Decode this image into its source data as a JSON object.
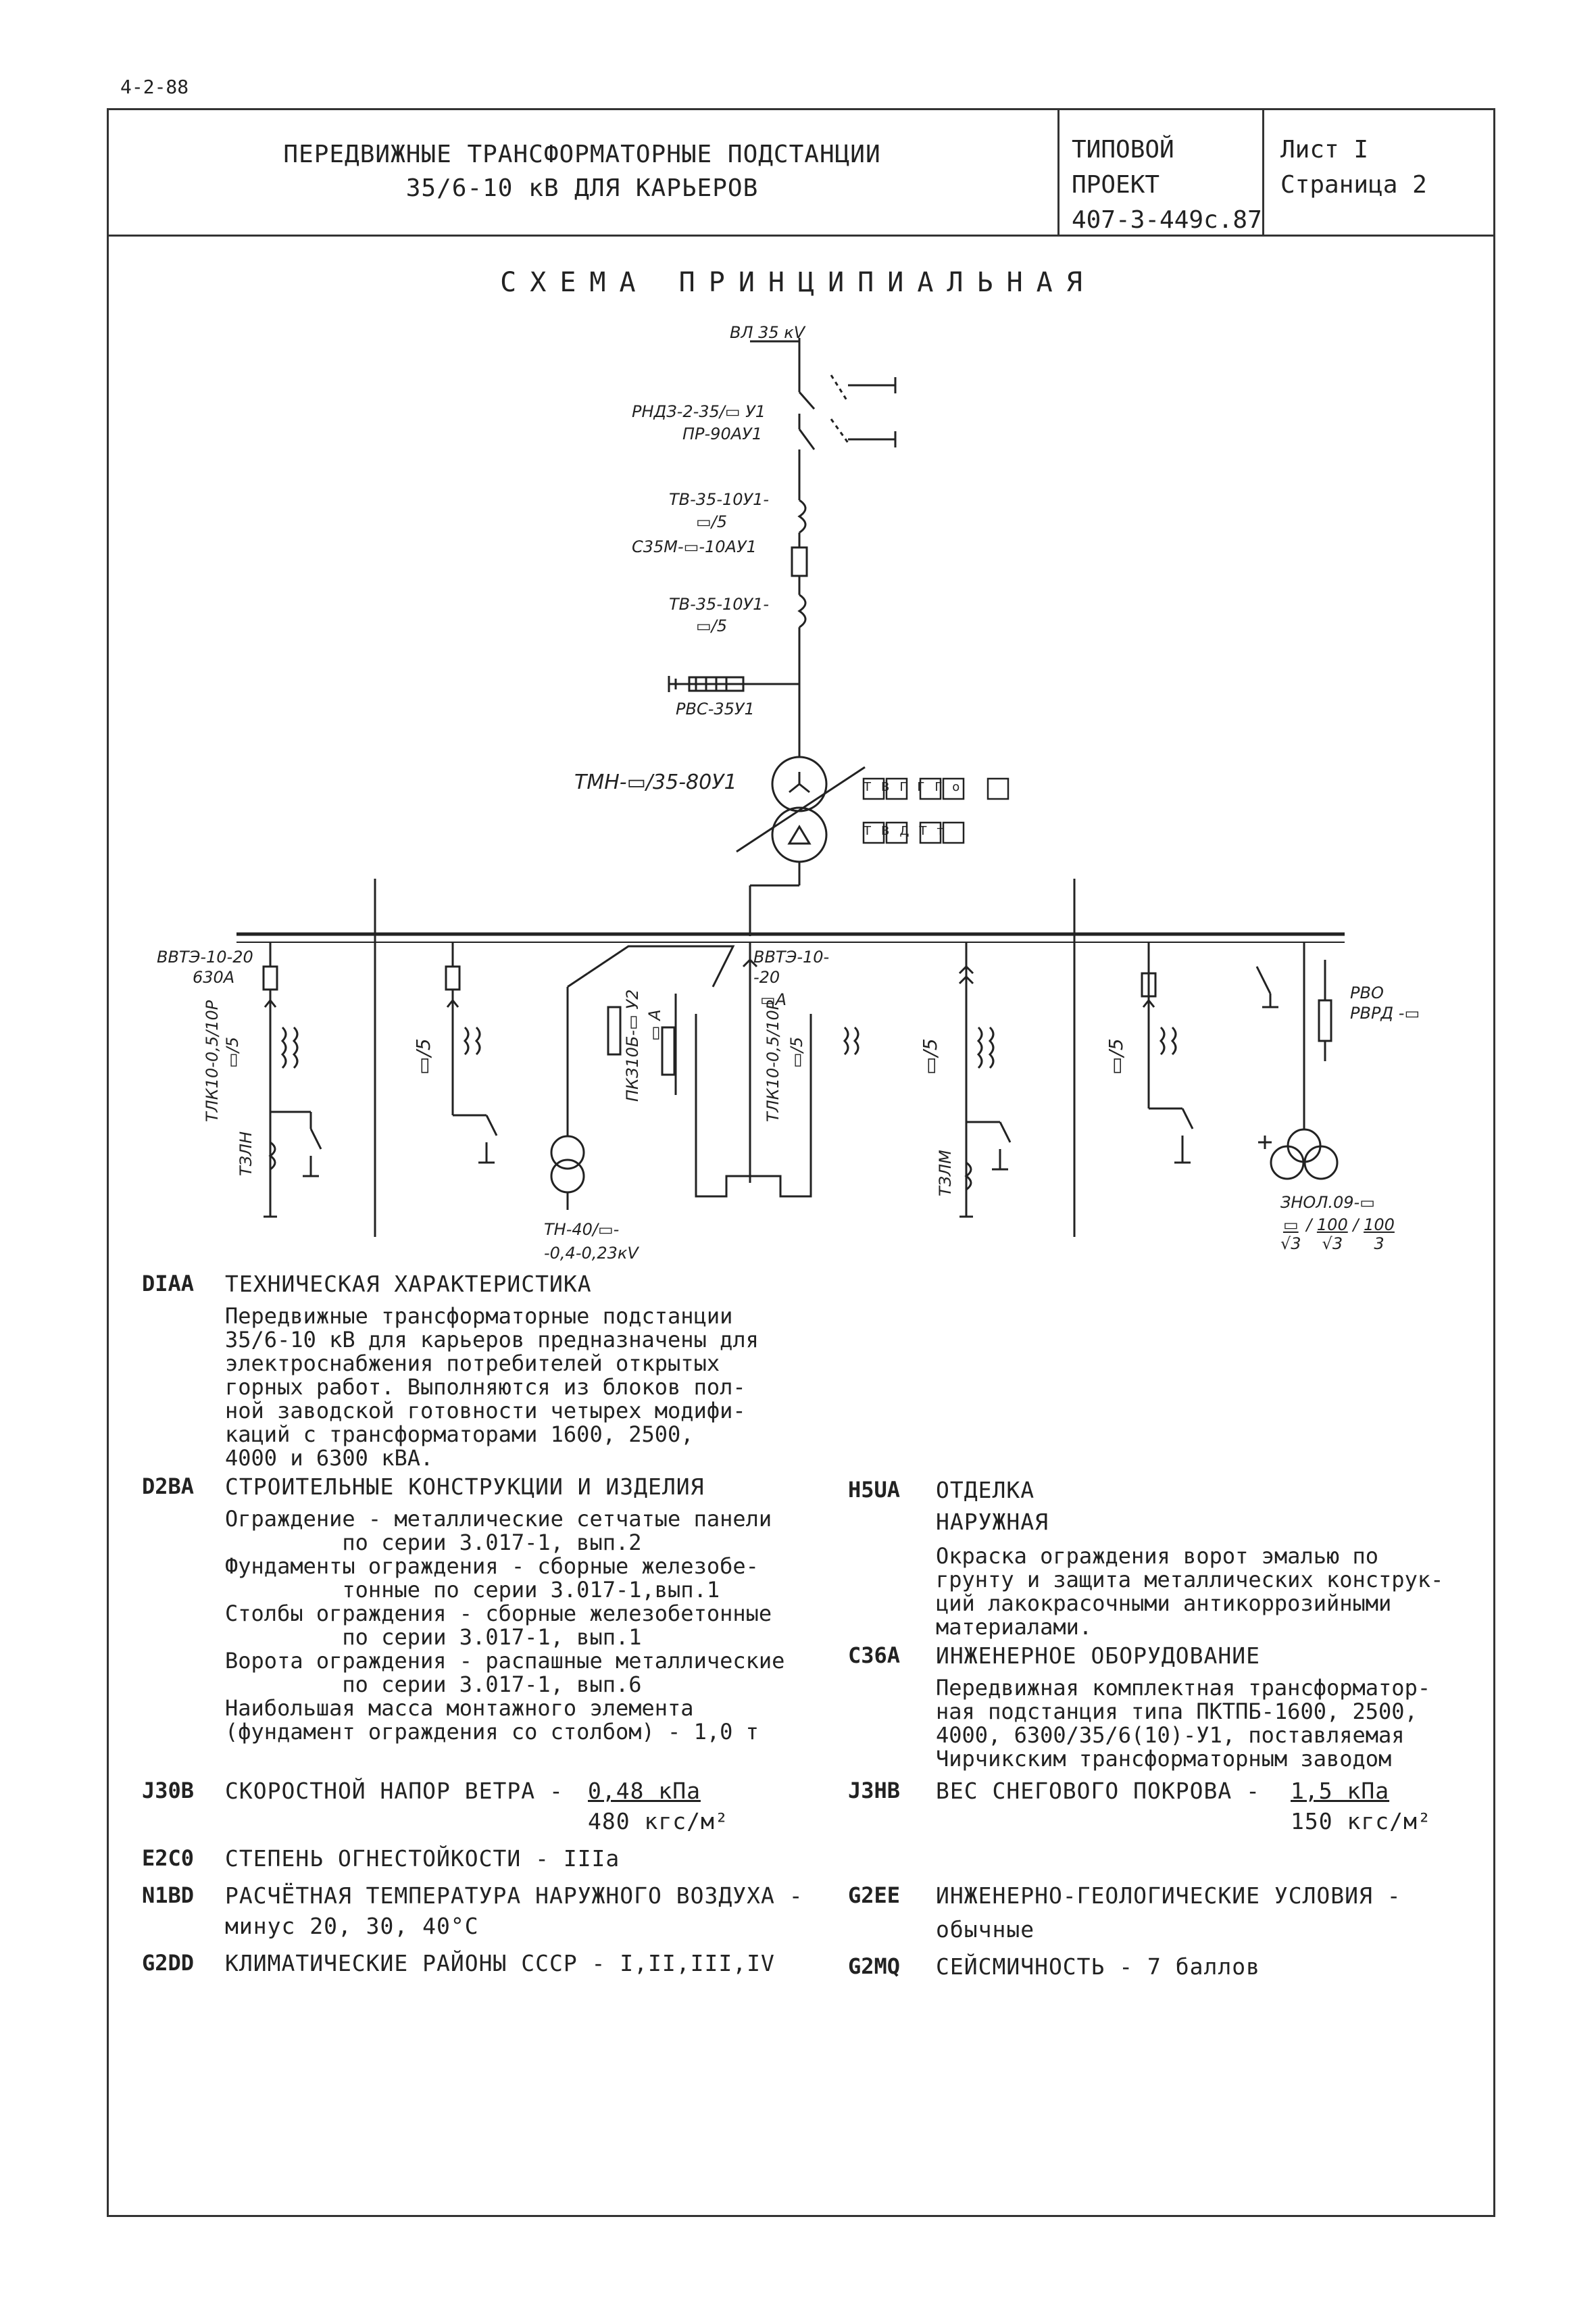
{
  "page_ref": "4-2-88",
  "header": {
    "title_line1": "ПЕРЕДВИЖНЫЕ ТРАНСФОРМАТОРНЫЕ ПОДСТАНЦИИ",
    "title_line2": "35/6-10 кВ ДЛЯ КАРЬЕРОВ",
    "project_label": "ТИПОВОЙ ПРОЕКТ",
    "project_number": "407-3-449с.87",
    "sheet": "Лист I",
    "page": "Страница 2"
  },
  "scheme": {
    "title": "СХЕМА ПРИНЦИПИАЛЬНАЯ",
    "labels": {
      "line_in": "ВЛ 35 кV",
      "disconnector_1": "РНДЗ-2-35/▭ У1",
      "disconnector_2": "ПР-90АУ1",
      "ct_1_a": "ТВ-35-10У1-",
      "ct_1_b": "▭/5",
      "breaker": "С35М-▭-10АУ1",
      "ct_2_a": "ТВ-35-10У1-",
      "ct_2_b": "▭/5",
      "arrester": "РВС-35У1",
      "transformer": "ТМН-▭/35-80У1",
      "prot_row1": [
        "Т",
        "В",
        "Г",
        "Г",
        "Го"
      ],
      "prot_row2": [
        "Т",
        "В",
        "Д",
        "Тт"
      ],
      "feeder_breaker_a": "ВВТЭ-10-20",
      "feeder_breaker_b": "630А",
      "feeder_ct_1": "ТЛК10-0,5/10Р",
      "feeder_ct_1b": "▭/5",
      "feeder_zct_1": "ТЗЛН",
      "feeder_2_ct": "▭/5",
      "tn_a": "ТН-40/▭-",
      "tn_b": "-0,4-0,23кV",
      "pkz_label": "ПКЗ10Б-▭ У2",
      "pkz_fuse": "▭ А",
      "center_breaker_a": "ВВТЭ-10-",
      "center_breaker_b": "-20",
      "center_breaker_c": "▭А",
      "center_ct": "ТЛК10-0,5/10Р",
      "center_ct_b": "▭/5",
      "feeder_5_ct": "▭/5",
      "feeder_5_zct": "ТЗЛМ",
      "feeder_6_ct": "▭/5",
      "rvo": "РВО",
      "rvrd": "РВРД -▭",
      "vt": "ЗНОЛ.09-▭",
      "vt_ratio_1_num": "▭",
      "vt_ratio_1_den": "√3",
      "vt_ratio_2_num": "100",
      "vt_ratio_2_den": "√3",
      "vt_ratio_3_num": "100",
      "vt_ratio_3_den": "3"
    }
  },
  "sections": {
    "tech": {
      "code": "DIAA",
      "title": "ТЕХНИЧЕСКАЯ ХАРАКТЕРИСТИКА",
      "lines": [
        "Передвижные трансформаторные подстанции",
        "35/6-10 кВ для карьеров предназначены для",
        "электроснабжения потребителей открытых",
        "горных работ. Выполняются из блоков пол-",
        "ной заводской готовности четырех модифи-",
        "каций с трансформаторами 1600, 2500,",
        "4000 и 6300 кВА."
      ]
    },
    "build": {
      "code": "D2BA",
      "title": "СТРОИТЕЛЬНЫЕ КОНСТРУКЦИИ И ИЗДЕЛИЯ",
      "lines": [
        "Ограждение - металлические сетчатые панели",
        "         по серии 3.017-1, вып.2",
        "Фундаменты ограждения - сборные железобе-",
        "         тонные по серии 3.017-1,вып.1",
        "Столбы ограждения - сборные железобетонные",
        "         по серии 3.017-1, вып.1",
        "Ворота ограждения - распашные металлические",
        "         по серии 3.017-1, вып.6",
        "Наибольшая масса монтажного элемента",
        "(фундамент ограждения со столбом) - 1,0 т"
      ]
    },
    "finish": {
      "code": "H5UA",
      "title": "ОТДЕЛКА",
      "subtitle": "НАРУЖНАЯ",
      "lines": [
        "Окраска ограждения ворот эмалью по",
        "грунту и защита металлических конструк-",
        "ций лакокрасочными антикоррозийными",
        "материалами."
      ]
    },
    "equip": {
      "code": "C36A",
      "title": "ИНЖЕНЕРНОЕ ОБОРУДОВАНИЕ",
      "lines": [
        "Передвижная комплектная трансформатор-",
        "ная подстанция типа ПКТПБ-1600, 2500,",
        "4000, 6300/35/6(10)-У1, поставляемая",
        "Чирчикским трансформаторным заводом"
      ]
    },
    "wind": {
      "code": "J30B",
      "label": "СКОРОСТНОЙ НАПОР ВЕТРА  -",
      "num": "0,48 кПа",
      "den": "480 кгс/м²"
    },
    "snow": {
      "code": "J3HB",
      "label": "ВЕС СНЕГОВОГО ПОКРОВА  -",
      "num": "1,5 кПа",
      "den": "150 кгс/м²"
    },
    "fire": {
      "code": "E2C0",
      "text": "СТЕПЕНЬ ОГНЕСТОЙКОСТИ  -  IIIa"
    },
    "temp": {
      "code": "N1BD",
      "line1": "РАСЧЁТНАЯ ТЕМПЕРАТУРА НАРУЖНОГО ВОЗДУХА -",
      "line2": "минус 20, 30, 40°С"
    },
    "geo": {
      "code": "G2EE",
      "line1": "ИНЖЕНЕРНО-ГЕОЛОГИЧЕСКИЕ УСЛОВИЯ  -",
      "line2": "обычные"
    },
    "climate": {
      "code": "G2DD",
      "text": "КЛИМАТИЧЕСКИЕ РАЙОНЫ СССР - I,II,III,IV"
    },
    "seismic": {
      "code": "G2MQ",
      "text": "СЕЙСМИЧНОСТЬ  -  7 баллов"
    }
  }
}
